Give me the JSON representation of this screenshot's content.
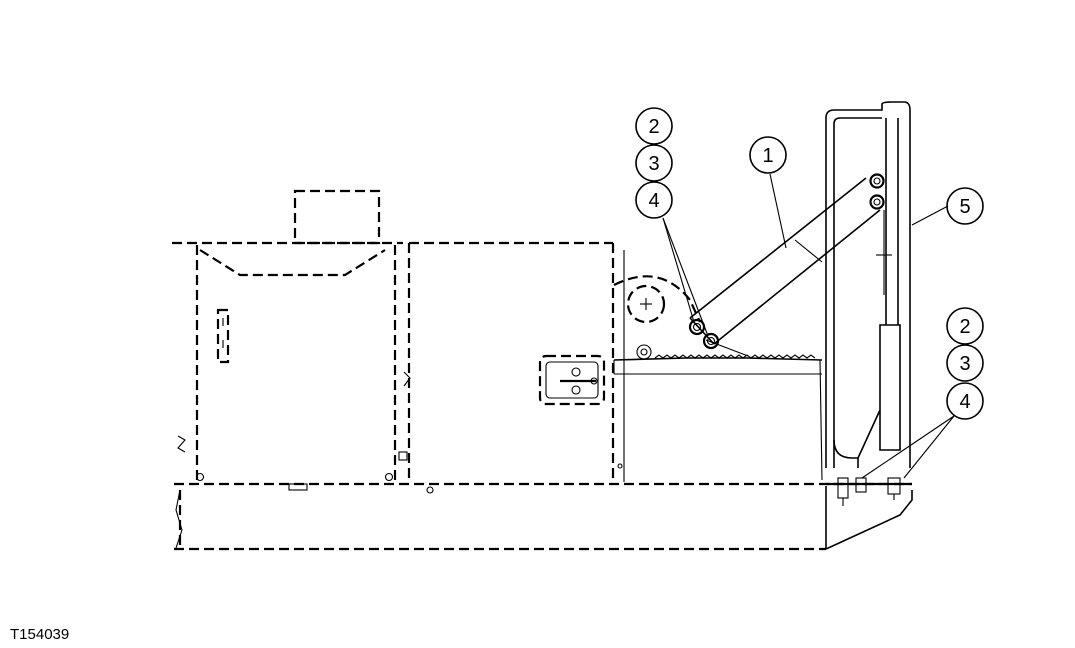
{
  "callouts": {
    "c2_upper": "2",
    "c3_upper": "3",
    "c4_upper": "4",
    "c1": "1",
    "c5": "5",
    "c2_lower": "2",
    "c3_lower": "3",
    "c4_lower": "4"
  },
  "figure_id": "T154039"
}
